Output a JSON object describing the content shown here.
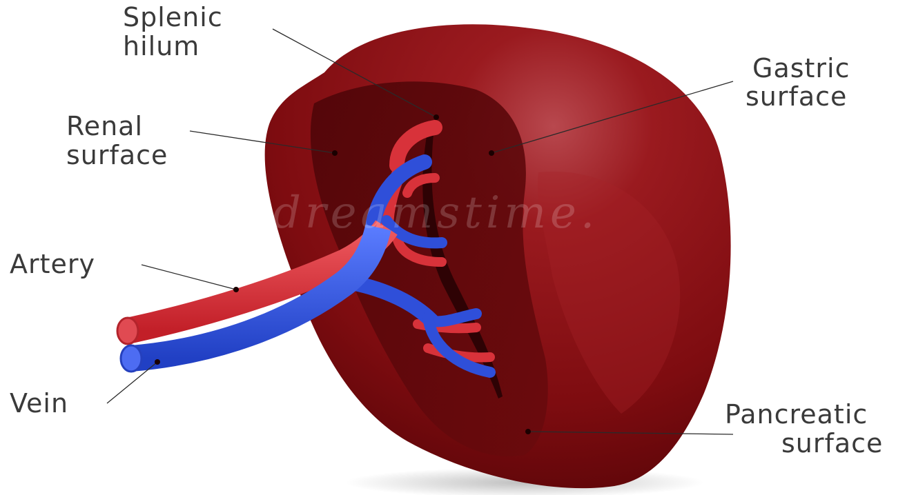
{
  "title": "",
  "labels": {
    "splenic_hilum": [
      "Splenic",
      "hilum"
    ],
    "gastric_surface": [
      "Gastric",
      "surface"
    ],
    "renal_surface": [
      "Renal",
      "surface"
    ],
    "artery": "Artery",
    "vein": "Vein",
    "pancreatic_surface": [
      "Pancreatic",
      "surface"
    ]
  },
  "watermark": "dreamstime.",
  "colors": {
    "spleen": "#8a0f12",
    "spleen_dark": "#5e0709",
    "artery": "#d8323a",
    "vein": "#2f4fd9",
    "text": "#3a3a3a"
  }
}
